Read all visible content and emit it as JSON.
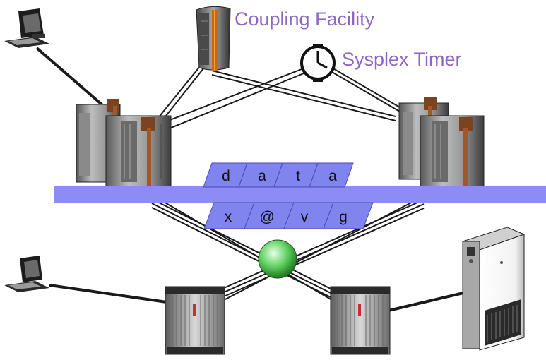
{
  "labels": {
    "coupling_facility": "Coupling Facility",
    "sysplex_timer": "Sysplex Timer"
  },
  "data_tiles": [
    "d",
    "a",
    "t",
    "a"
  ],
  "buffer_tiles": [
    "x",
    "@",
    "v",
    "g"
  ],
  "colors": {
    "label": "#8e66c4",
    "bus": "#8c8cf4",
    "tile": "#7f84ee",
    "tile_border": "#4a4ab8",
    "link": "#1a1a1a",
    "switch_node": "#58d058"
  },
  "icons": [
    "terminal-icon",
    "coupling-facility-icon",
    "sysplex-timer-icon",
    "mainframe-icon",
    "storage-server-icon",
    "switch-node-icon",
    "storage-cabinet-icon"
  ]
}
